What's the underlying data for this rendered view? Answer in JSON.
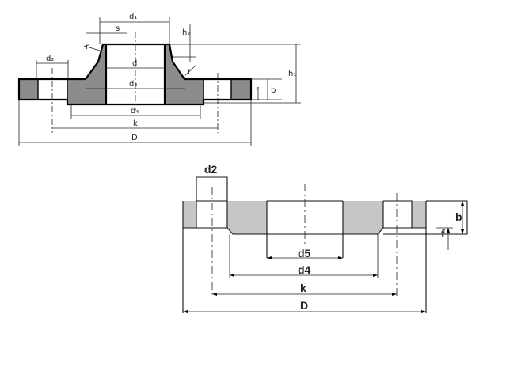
{
  "top_drawing": {
    "labels": {
      "d1": "d₁",
      "s": "s",
      "h2": "h₂",
      "r": "r",
      "d2": "d₂",
      "d": "d",
      "h1": "h₁",
      "r2": "r",
      "f": "f",
      "b": "b",
      "d3": "d₃",
      "d4": "d₄",
      "k": "k",
      "D": "D"
    }
  },
  "bottom_drawing": {
    "labels": {
      "d2": "d2",
      "b": "b",
      "f": "f",
      "d5": "d5",
      "d4": "d4",
      "k": "k",
      "D": "D"
    }
  },
  "colors": {
    "section_dark": "#8c8c8c",
    "section_light": "#c6c6c6",
    "line": "#000000"
  }
}
